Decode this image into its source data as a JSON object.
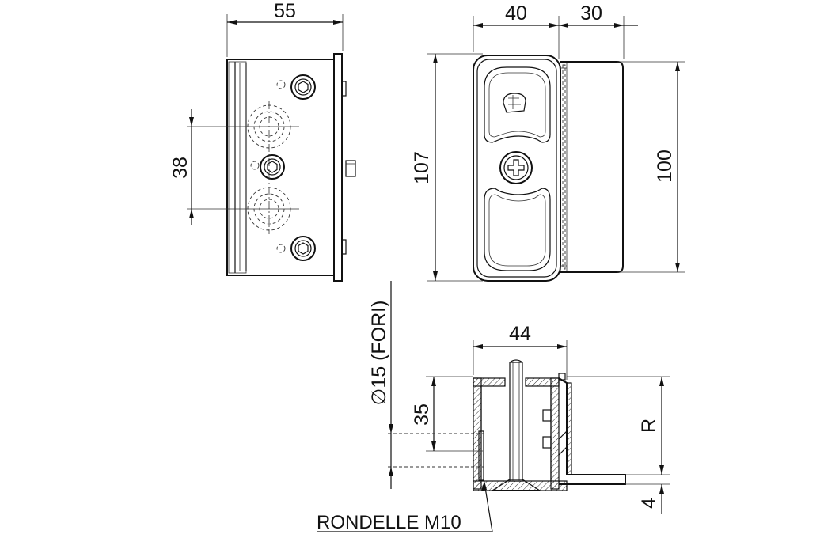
{
  "dimensions": {
    "top_width": "55",
    "hole_spacing": "38",
    "front_width": "40",
    "side_width": "30",
    "front_height": "107",
    "side_height": "100",
    "bottom_width": "44",
    "depth": "35",
    "radius": "R",
    "thickness": "4"
  },
  "labels": {
    "holes": "∅15 (FORI)",
    "washer": "RONDELLE M10"
  },
  "colors": {
    "line": "#111111",
    "background": "#ffffff"
  }
}
